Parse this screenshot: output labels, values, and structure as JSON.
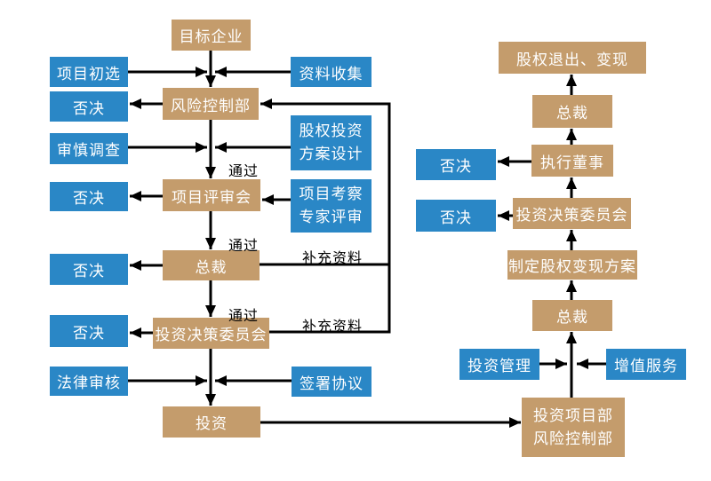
{
  "diagram": {
    "background": "#FFFFFF",
    "colors": {
      "main_box": "#C49C6C",
      "side_box": "#2A87C6",
      "box_text": "#FFFFFF",
      "connector": "#000000",
      "label_text": "#000000"
    },
    "nodes": {
      "target_enterprise": {
        "label": "目标企业"
      },
      "project_initial_selection": {
        "label": "项目初选"
      },
      "data_collection": {
        "label": "资料收集"
      },
      "veto": {
        "label": "否决"
      },
      "risk_control_dept": {
        "label": "风险控制部"
      },
      "due_diligence": {
        "label": "审慎调查"
      },
      "equity_plan_design": {
        "lines": [
          "股权投资",
          "方案设计"
        ]
      },
      "project_review_meeting": {
        "label": "项目评审会"
      },
      "expert_review": {
        "lines": [
          "项目考察",
          "专家评审"
        ]
      },
      "president": {
        "label": "总裁"
      },
      "investment_decision_committee": {
        "label": "投资决策委员会"
      },
      "legal_review": {
        "label": "法律审核"
      },
      "sign_agreement": {
        "label": "签署协议"
      },
      "investment": {
        "label": "投资"
      },
      "equity_exit": {
        "label": "股权退出、变现"
      },
      "executive_director": {
        "label": "执行董事"
      },
      "realization_plan": {
        "label": "制定股权变现方案"
      },
      "investment_management": {
        "label": "投资管理"
      },
      "value_added_services": {
        "label": "增值服务"
      },
      "investment_project_dept": {
        "lines": [
          "投资项目部",
          "风险控制部"
        ]
      }
    },
    "edge_labels": {
      "pass": "通过",
      "supplement": "补充资料"
    }
  }
}
